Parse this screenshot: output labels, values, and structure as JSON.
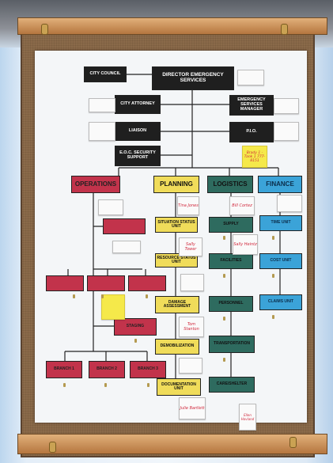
{
  "board": {
    "top_row": [
      {
        "id": "city-council",
        "label": "CITY COUNCIL"
      },
      {
        "id": "director",
        "label": "DIRECTOR EMERGENCY SERVICES"
      }
    ],
    "staff_left": [
      {
        "id": "city-attorney",
        "label": "CITY ATTORNEY"
      },
      {
        "id": "liaison",
        "label": "LIAISON"
      },
      {
        "id": "eoc-security",
        "label": "E.O.C. SECURITY SUPPORT"
      }
    ],
    "staff_right": [
      {
        "id": "es-manager",
        "label": "EMERGENCY SERVICES MANAGER"
      },
      {
        "id": "pio",
        "label": "P.I.O."
      }
    ],
    "sections": {
      "operations": "OPERATIONS",
      "planning": "PLANNING",
      "logistics": "LOGISTICS",
      "finance": "FINANCE"
    },
    "planning_units": [
      "SITUATION STATUS UNIT",
      "RESOURCE STATUS UNIT",
      "DAMAGE ASSESSMENT",
      "DEMOBILIZATION",
      "DOCUMENTATION UNIT"
    ],
    "logistics_units": [
      "SUPPLY",
      "FACILITIES",
      "PERSONNEL",
      "TRANSPORTATION",
      "CARE/SHELTER"
    ],
    "finance_units": [
      "TIME UNIT",
      "COST UNIT",
      "CLAIMS UNIT"
    ],
    "operations_units": {
      "staging": "STAGING",
      "branches": [
        "BRANCH 1",
        "BRANCH 2",
        "BRANCH 3"
      ]
    },
    "handwritten": {
      "planning_note": "Tina Jones",
      "resource_note": "Sally Tower",
      "demob_note": "Tom Stanton",
      "doc_note": "Julie Bartlett",
      "supply_note": "Bill Cortez",
      "facilities_note": "Sally Heintz",
      "sticky": "Brady 1 - Tank 1 777-8151",
      "bottom_note": "Ellen Hovland"
    }
  }
}
